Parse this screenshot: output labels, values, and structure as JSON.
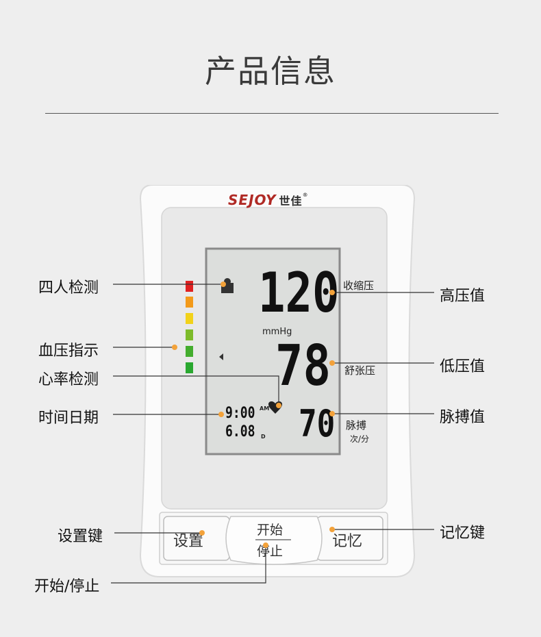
{
  "page": {
    "title": "产品信息"
  },
  "device": {
    "brand_latin": "SEJOY",
    "brand_cn": "世佳",
    "brand_mark": "®",
    "lcd": {
      "systolic": "120",
      "diastolic": "78",
      "pulse": "70",
      "unit": "mmHg",
      "systolic_label": "收缩压",
      "diastolic_label": "舒张压",
      "pulse_label": "脉搏",
      "pulse_unit": "次/分",
      "time": "9:00",
      "am_pm": "AM",
      "date": "6.08",
      "date_suffix": "D"
    },
    "indicator_colors": [
      "#e02020",
      "#f39a1a",
      "#f2d21a",
      "#7dbb2a",
      "#44ad2e",
      "#2aa830"
    ],
    "buttons": {
      "settings": "设置",
      "start_top": "开始",
      "start_bottom": "停止",
      "memory": "记忆"
    }
  },
  "callouts": {
    "four_user": "四人检测",
    "bp_indicator": "血压指示",
    "heart_detect": "心率检测",
    "time_date": "时间日期",
    "settings_key": "设置键",
    "start_stop": "开始/停止",
    "high_pressure": "高压值",
    "low_pressure": "低压值",
    "pulse_value": "脉搏值",
    "memory_key": "记忆键"
  },
  "colors": {
    "callout_dot": "#f3a23a",
    "brand_red": "#b02a25"
  }
}
